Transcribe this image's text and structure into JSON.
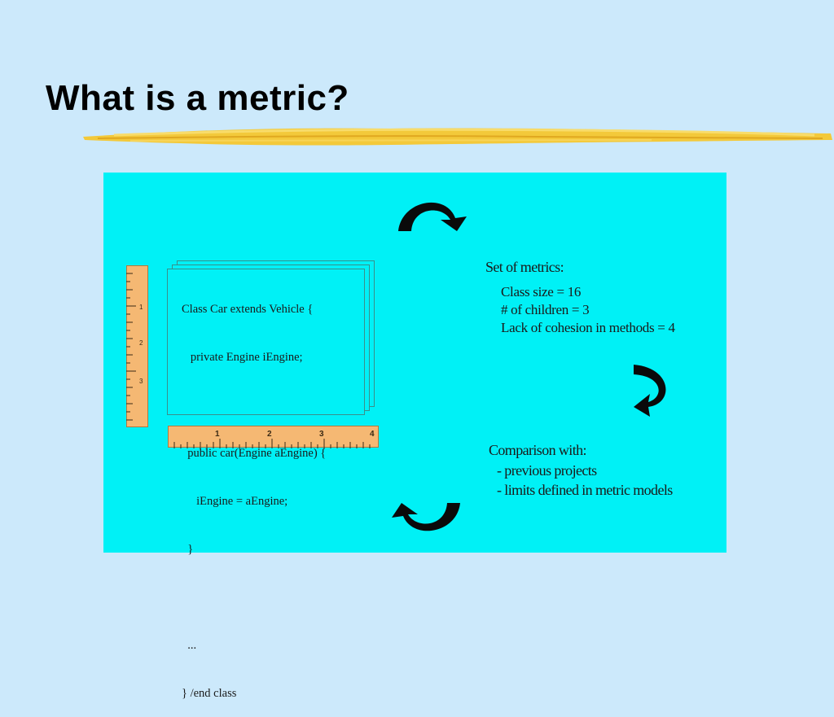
{
  "slide": {
    "title": "What is a metric?"
  },
  "code_sample": {
    "lines": [
      "Class Car extends Vehicle {",
      "   private Engine iEngine;",
      "",
      "  public car(Engine aEngine) {",
      "     iEngine = aEngine;",
      "  }",
      "",
      "  ...",
      "} /end class"
    ]
  },
  "metrics": {
    "heading": "Set of metrics:",
    "items": [
      "Class size = 16",
      "# of children = 3",
      "Lack of cohesion in methods = 4"
    ]
  },
  "comparison": {
    "heading": "Comparison with:",
    "items": [
      "- previous projects",
      "- limits defined in metric models"
    ]
  },
  "ruler_horizontal": {
    "numbers": [
      "1",
      "2",
      "3",
      "4"
    ]
  },
  "ruler_vertical": {
    "numbers": [
      "1",
      "2",
      "3"
    ]
  },
  "colors": {
    "background": "#cce9fb",
    "panel": "#00f1f6",
    "underline_stroke": "#f2c94c",
    "ruler_wood": "#f5b873",
    "arrow": "#0a0a0a"
  },
  "icons": [
    "curved-arrow-right-icon",
    "curved-arrow-down-icon",
    "curved-arrow-left-icon",
    "ruler-icon"
  ]
}
